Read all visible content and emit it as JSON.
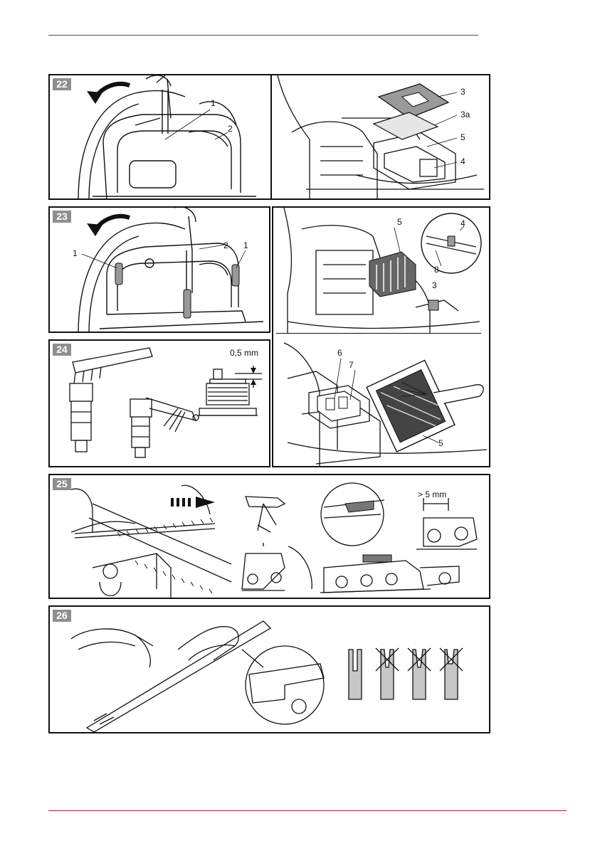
{
  "figures": {
    "fig22": {
      "number": "22",
      "left_labels": [
        "1",
        "2"
      ],
      "right_labels": [
        "3",
        "3a",
        "5",
        "4"
      ]
    },
    "fig23": {
      "number": "23",
      "left_labels": [
        "1",
        "2",
        "1"
      ],
      "right_labels": [
        "5",
        "4",
        "8",
        "3"
      ]
    },
    "fig24": {
      "number": "24",
      "gap_value": "0,5 mm"
    },
    "fig23b": {
      "labels": [
        "6",
        "7",
        "5"
      ]
    },
    "fig25": {
      "number": "25",
      "depth_value": "> 5 mm"
    },
    "fig26": {
      "number": "26"
    }
  },
  "colors": {
    "accent_rule": "#b0223a",
    "badge": "#8e8e8e",
    "grey_fill": "#c7c7c7"
  }
}
